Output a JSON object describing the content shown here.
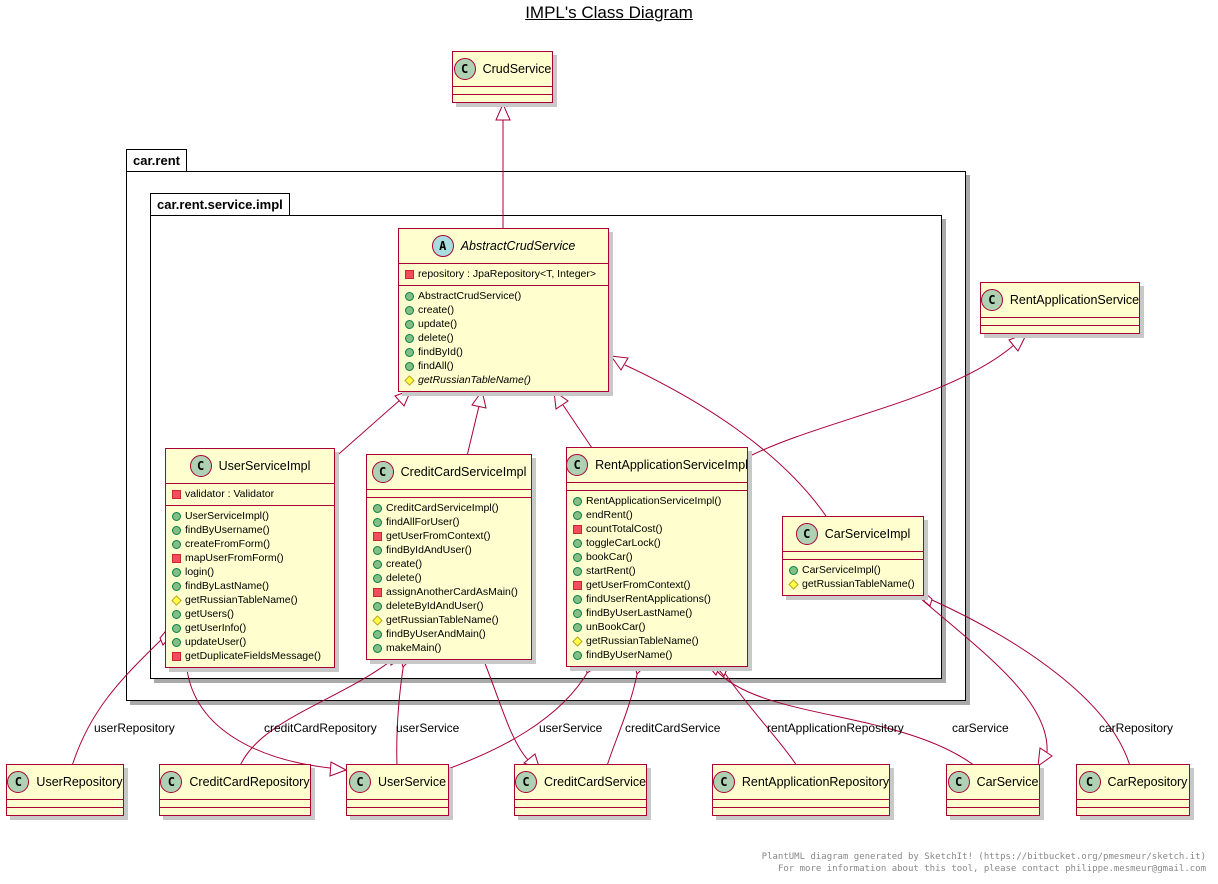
{
  "title": "IMPL's Class Diagram",
  "packages": {
    "outer": "car.rent",
    "inner": "car.rent.service.impl"
  },
  "classes": {
    "crud_service": {
      "name": "CrudService",
      "stereotype": "C",
      "fields": [],
      "methods": []
    },
    "abstract_crud_service": {
      "name": "AbstractCrudService",
      "stereotype": "A",
      "fields": [
        {
          "vis": "priv",
          "text": "repository : JpaRepository<T, Integer>"
        }
      ],
      "methods": [
        {
          "vis": "pub",
          "text": "AbstractCrudService()"
        },
        {
          "vis": "pub",
          "text": "create()"
        },
        {
          "vis": "pub",
          "text": "update()"
        },
        {
          "vis": "pub",
          "text": "delete()"
        },
        {
          "vis": "pub",
          "text": "findById()"
        },
        {
          "vis": "pub",
          "text": "findAll()"
        },
        {
          "vis": "prot",
          "text": "getRussianTableName()",
          "italic": true
        }
      ]
    },
    "rent_application_service": {
      "name": "RentApplicationService",
      "stereotype": "C",
      "fields": [],
      "methods": []
    },
    "user_service_impl": {
      "name": "UserServiceImpl",
      "stereotype": "C",
      "fields": [
        {
          "vis": "priv",
          "text": "validator : Validator"
        }
      ],
      "methods": [
        {
          "vis": "pub",
          "text": "UserServiceImpl()"
        },
        {
          "vis": "pub",
          "text": "findByUsername()"
        },
        {
          "vis": "pub",
          "text": "createFromForm()"
        },
        {
          "vis": "priv",
          "text": "mapUserFromForm()"
        },
        {
          "vis": "pub",
          "text": "login()"
        },
        {
          "vis": "pub",
          "text": "findByLastName()"
        },
        {
          "vis": "prot",
          "text": "getRussianTableName()"
        },
        {
          "vis": "pub",
          "text": "getUsers()"
        },
        {
          "vis": "pub",
          "text": "getUserInfo()"
        },
        {
          "vis": "pub",
          "text": "updateUser()"
        },
        {
          "vis": "priv",
          "text": "getDuplicateFieldsMessage()"
        }
      ]
    },
    "credit_card_service_impl": {
      "name": "CreditCardServiceImpl",
      "stereotype": "C",
      "fields": [],
      "methods": [
        {
          "vis": "pub",
          "text": "CreditCardServiceImpl()"
        },
        {
          "vis": "pub",
          "text": "findAllForUser()"
        },
        {
          "vis": "priv",
          "text": "getUserFromContext()"
        },
        {
          "vis": "pub",
          "text": "findByIdAndUser()"
        },
        {
          "vis": "pub",
          "text": "create()"
        },
        {
          "vis": "pub",
          "text": "delete()"
        },
        {
          "vis": "priv",
          "text": "assignAnotherCardAsMain()"
        },
        {
          "vis": "pub",
          "text": "deleteByIdAndUser()"
        },
        {
          "vis": "prot",
          "text": "getRussianTableName()"
        },
        {
          "vis": "pub",
          "text": "findByUserAndMain()"
        },
        {
          "vis": "pub",
          "text": "makeMain()"
        }
      ]
    },
    "rent_application_service_impl": {
      "name": "RentApplicationServiceImpl",
      "stereotype": "C",
      "fields": [],
      "methods": [
        {
          "vis": "pub",
          "text": "RentApplicationServiceImpl()"
        },
        {
          "vis": "pub",
          "text": "endRent()"
        },
        {
          "vis": "priv",
          "text": "countTotalCost()"
        },
        {
          "vis": "pub",
          "text": "toggleCarLock()"
        },
        {
          "vis": "pub",
          "text": "bookCar()"
        },
        {
          "vis": "pub",
          "text": "startRent()"
        },
        {
          "vis": "priv",
          "text": "getUserFromContext()"
        },
        {
          "vis": "pub",
          "text": "findUserRentApplications()"
        },
        {
          "vis": "pub",
          "text": "findByUserLastName()"
        },
        {
          "vis": "pub",
          "text": "unBookCar()"
        },
        {
          "vis": "prot",
          "text": "getRussianTableName()"
        },
        {
          "vis": "pub",
          "text": "findByUserName()"
        }
      ]
    },
    "car_service_impl": {
      "name": "CarServiceImpl",
      "stereotype": "C",
      "fields": [],
      "methods": [
        {
          "vis": "pub",
          "text": "CarServiceImpl()"
        },
        {
          "vis": "prot",
          "text": "getRussianTableName()"
        }
      ]
    },
    "user_repository": {
      "name": "UserRepository",
      "stereotype": "C"
    },
    "credit_card_repository": {
      "name": "CreditCardRepository",
      "stereotype": "C"
    },
    "user_service": {
      "name": "UserService",
      "stereotype": "C"
    },
    "credit_card_service": {
      "name": "CreditCardService",
      "stereotype": "C"
    },
    "rent_application_repository": {
      "name": "RentApplicationRepository",
      "stereotype": "C"
    },
    "car_service": {
      "name": "CarService",
      "stereotype": "C"
    },
    "car_repository": {
      "name": "CarRepository",
      "stereotype": "C"
    }
  },
  "edge_labels": {
    "user_repository": "userRepository",
    "credit_card_repository": "creditCardRepository",
    "user_service_cc": "userService",
    "user_service_rent": "userService",
    "credit_card_service": "creditCardService",
    "rent_application_repository": "rentApplicationRepository",
    "car_service": "carService",
    "car_repository": "carRepository"
  },
  "footer": {
    "line1": "PlantUML diagram generated by SketchIt! (https://bitbucket.org/pmesmeur/sketch.it)",
    "line2": "For more information about this tool, please contact philippe.mesmeur@gmail.com"
  },
  "colors": {
    "class_fill": "#FEFECE",
    "class_border": "#A80036",
    "class_circle": "#ADD1B2",
    "abstract_circle": "#A9DCDF"
  }
}
